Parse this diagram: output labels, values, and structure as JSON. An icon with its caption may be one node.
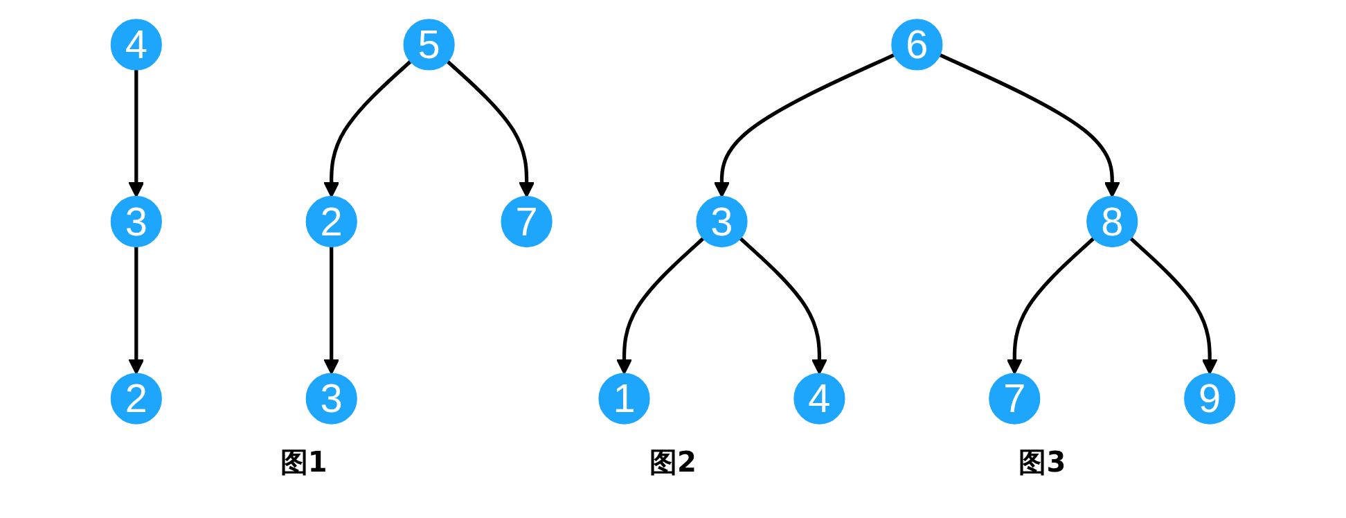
{
  "diagram": {
    "nodes": [
      {
        "text": [
          "4"
        ]
      },
      {
        "text": [
          "3"
        ]
      },
      {
        "text": [
          "2"
        ]
      },
      {
        "text": [
          "5"
        ]
      },
      {
        "text": [
          "2"
        ]
      },
      {
        "text": [
          "7"
        ]
      },
      {
        "text": [
          "3"
        ]
      },
      {
        "text": [
          "6"
        ]
      },
      {
        "text": [
          "3"
        ]
      },
      {
        "text": [
          "8"
        ]
      },
      {
        "text": [
          "1"
        ]
      },
      {
        "text": [
          "4"
        ]
      },
      {
        "text": [
          "7"
        ]
      },
      {
        "text": [
          "9"
        ]
      }
    ],
    "edges": [
      {
        "from": 0,
        "to": 1,
        "arrow": "to"
      },
      {
        "from": 1,
        "to": 2,
        "arrow": "to"
      },
      {
        "from": 3,
        "to": 4,
        "arrow": "to"
      },
      {
        "from": 3,
        "to": 5,
        "arrow": "to"
      },
      {
        "from": 4,
        "to": 6,
        "arrow": "to"
      },
      {
        "from": 7,
        "to": 8,
        "arrow": "to"
      },
      {
        "from": 7,
        "to": 9,
        "arrow": "to"
      },
      {
        "from": 8,
        "to": 10,
        "arrow": "to"
      },
      {
        "from": 8,
        "to": 11,
        "arrow": "to"
      },
      {
        "from": 9,
        "to": 12,
        "arrow": "to"
      },
      {
        "from": 9,
        "to": 13,
        "arrow": "to"
      }
    ],
    "labels": [
      "图1",
      "图2",
      "图3"
    ]
  }
}
